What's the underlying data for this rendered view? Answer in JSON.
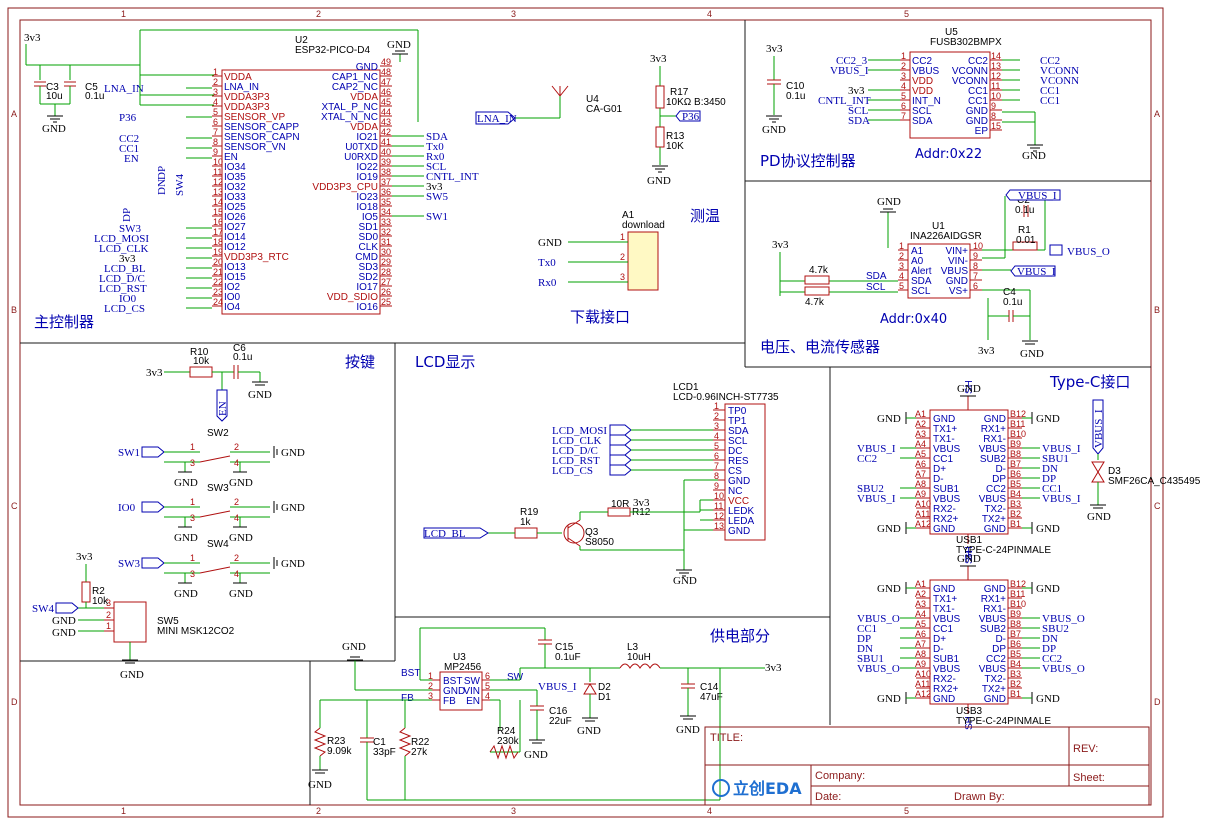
{
  "grid": {
    "cols": [
      "1",
      "2",
      "3",
      "4",
      "5"
    ],
    "rows": [
      "A",
      "B",
      "C",
      "D"
    ]
  },
  "sections": {
    "mcu": "主控制器",
    "download": "下载接口",
    "temp": "测温",
    "pd": "PD协议控制器",
    "pd_addr": "Addr:0x22",
    "sensor": "电压、电流传感器",
    "sensor_addr": "Addr:0x40",
    "keys": "按键",
    "lcd": "LCD显示",
    "typec": "Type-C接口",
    "power": "供电部分"
  },
  "u2": {
    "ref": "U2",
    "part": "ESP32-PICO-D4",
    "left_pins": [
      {
        "n": "1",
        "name": "VDDA",
        "red": true
      },
      {
        "n": "2",
        "name": "LNA_IN",
        "red": false
      },
      {
        "n": "3",
        "name": "VDDA3P3",
        "red": true
      },
      {
        "n": "4",
        "name": "VDDA3P3",
        "red": true
      },
      {
        "n": "5",
        "name": "SENSOR_VP",
        "red": true
      },
      {
        "n": "6",
        "name": "SENSOR_CAPP",
        "red": false
      },
      {
        "n": "7",
        "name": "SENSOR_CAPN",
        "red": false
      },
      {
        "n": "8",
        "name": "SENSOR_VN",
        "red": false
      },
      {
        "n": "9",
        "name": "EN",
        "red": false
      },
      {
        "n": "10",
        "name": "IO34",
        "red": false
      },
      {
        "n": "11",
        "name": "IO35",
        "red": false
      },
      {
        "n": "12",
        "name": "IO32",
        "red": false
      },
      {
        "n": "13",
        "name": "IO33",
        "red": false
      },
      {
        "n": "14",
        "name": "IO25",
        "red": false
      },
      {
        "n": "15",
        "name": "IO26",
        "red": false
      },
      {
        "n": "16",
        "name": "IO27",
        "red": false
      },
      {
        "n": "17",
        "name": "IO14",
        "red": false
      },
      {
        "n": "18",
        "name": "IO12",
        "red": false
      },
      {
        "n": "19",
        "name": "VDD3P3_RTC",
        "red": true
      },
      {
        "n": "20",
        "name": "IO13",
        "red": false
      },
      {
        "n": "21",
        "name": "IO15",
        "red": false
      },
      {
        "n": "22",
        "name": "IO2",
        "red": false
      },
      {
        "n": "23",
        "name": "IO0",
        "red": false
      },
      {
        "n": "24",
        "name": "IO4",
        "red": false
      }
    ],
    "right_pins": [
      {
        "n": "49",
        "name": "GND",
        "red": false
      },
      {
        "n": "48",
        "name": "CAP1_NC",
        "red": false
      },
      {
        "n": "47",
        "name": "CAP2_NC",
        "red": false
      },
      {
        "n": "46",
        "name": "VDDA",
        "red": true
      },
      {
        "n": "45",
        "name": "XTAL_P_NC",
        "red": false
      },
      {
        "n": "44",
        "name": "XTAL_N_NC",
        "red": false
      },
      {
        "n": "43",
        "name": "VDDA",
        "red": true
      },
      {
        "n": "42",
        "name": "IO21",
        "red": false
      },
      {
        "n": "41",
        "name": "U0TXD",
        "red": false
      },
      {
        "n": "40",
        "name": "U0RXD",
        "red": false
      },
      {
        "n": "39",
        "name": "IO22",
        "red": false
      },
      {
        "n": "38",
        "name": "IO19",
        "red": false
      },
      {
        "n": "37",
        "name": "VDD3P3_CPU",
        "red": true
      },
      {
        "n": "36",
        "name": "IO23",
        "red": false
      },
      {
        "n": "35",
        "name": "IO18",
        "red": false
      },
      {
        "n": "34",
        "name": "IO5",
        "red": false
      },
      {
        "n": "33",
        "name": "SD1",
        "red": false
      },
      {
        "n": "32",
        "name": "SD0",
        "red": false
      },
      {
        "n": "31",
        "name": "CLK",
        "red": false
      },
      {
        "n": "30",
        "name": "CMD",
        "red": false
      },
      {
        "n": "29",
        "name": "SD3",
        "red": false
      },
      {
        "n": "28",
        "name": "SD2",
        "red": false
      },
      {
        "n": "27",
        "name": "IO17",
        "red": false
      },
      {
        "n": "26",
        "name": "VDD_SDIO",
        "red": true
      },
      {
        "n": "25",
        "name": "IO16",
        "red": false
      }
    ],
    "left_nets": [
      "LNA_IN",
      "P36",
      "CC2",
      "CC1",
      "EN",
      "SW3",
      "LCD_MOSI",
      "LCD_CLK",
      "3v3",
      "LCD_BL",
      "LCD_D/C",
      "LCD_RST",
      "IO0",
      "LCD_CS"
    ],
    "right_nets": [
      "GND",
      "SDA",
      "Tx0",
      "Rx0",
      "SCL",
      "CNTL_INT",
      "3v3",
      "SW5",
      "SW1"
    ]
  },
  "mcu_caps": {
    "c3": "C3",
    "c3v": "10u",
    "c5": "C5",
    "c5v": "0.1u",
    "rail": "3v3",
    "gnd": "GND",
    "dp": "DP",
    "dn": "DN",
    "sw4": "SW4"
  },
  "antenna": {
    "ref": "U4",
    "part": "CA-G01",
    "net": "LNA_IN"
  },
  "ntc": {
    "rail": "3v3",
    "r17": "R17",
    "r17v": "10KΩ B:3450",
    "r13": "R13",
    "r13v": "10K",
    "net": "P36",
    "gnd": "GND"
  },
  "download": {
    "ref": "A1",
    "part": "download",
    "nets": [
      "GND",
      "Tx0",
      "Rx0"
    ],
    "pins": [
      "1",
      "2",
      "3"
    ]
  },
  "pd": {
    "ref": "U5",
    "part": "FUSB302BMPX",
    "c10": "C10",
    "c10v": "0.1u",
    "rail": "3v3",
    "gnd": "GND",
    "left_pins": [
      {
        "n": "1",
        "name": "CC2",
        "red": false
      },
      {
        "n": "2",
        "name": "VBUS",
        "red": false
      },
      {
        "n": "3",
        "name": "VDD",
        "red": true
      },
      {
        "n": "4",
        "name": "VDD",
        "red": true
      },
      {
        "n": "5",
        "name": "INT_N",
        "red": false
      },
      {
        "n": "6",
        "name": "SCL",
        "red": false
      },
      {
        "n": "7",
        "name": "SDA",
        "red": false
      }
    ],
    "right_pins": [
      {
        "n": "14",
        "name": "CC2",
        "red": false
      },
      {
        "n": "13",
        "name": "VCONN",
        "red": false
      },
      {
        "n": "12",
        "name": "VCONN",
        "red": false
      },
      {
        "n": "11",
        "name": "CC1",
        "red": false
      },
      {
        "n": "10",
        "name": "CC1",
        "red": false
      },
      {
        "n": "9",
        "name": "GND",
        "red": false
      },
      {
        "n": "8",
        "name": "GND",
        "red": false
      },
      {
        "n": "15",
        "name": "EP",
        "red": false
      }
    ],
    "left_nets": [
      "CC2_3",
      "VBUS_I",
      "3v3",
      "CNTL_INT",
      "SCL",
      "SDA"
    ],
    "right_nets": [
      "CC2",
      "VCONN",
      "VCONN",
      "CC1",
      "CC1"
    ]
  },
  "sensor": {
    "ref": "U1",
    "part": "INA226AIDGSR",
    "rail": "3v3",
    "gnd": "GND",
    "left_pins": [
      {
        "n": "1",
        "name": "A1"
      },
      {
        "n": "2",
        "name": "A0"
      },
      {
        "n": "3",
        "name": "Alert"
      },
      {
        "n": "4",
        "name": "SDA"
      },
      {
        "n": "5",
        "name": "SCL"
      }
    ],
    "right_pins": [
      {
        "n": "10",
        "name": "VIN+"
      },
      {
        "n": "9",
        "name": "VIN-"
      },
      {
        "n": "8",
        "name": "VBUS"
      },
      {
        "n": "7",
        "name": "GND"
      },
      {
        "n": "6",
        "name": "VS+"
      }
    ],
    "r_pull1": "4.7k",
    "r_pull2": "4.7k",
    "sda": "SDA",
    "scl": "SCL",
    "c2": "C2",
    "c2v": "0.1u",
    "r1": "R1",
    "r1v": "0.01",
    "c4": "C4",
    "c4v": "0.1u",
    "vbus_i": "VBUS_I",
    "vbus_o": "VBUS_O"
  },
  "keys": {
    "rail": "3v3",
    "r10": "R10",
    "r10v": "10k",
    "c6": "C6",
    "c6v": "0.1u",
    "en": "EN",
    "gnd": "GND",
    "switches": [
      {
        "ref": "SW2",
        "net": "SW1"
      },
      {
        "ref": "SW3",
        "net": "IO0"
      },
      {
        "ref": "SW4",
        "net": "SW3"
      }
    ],
    "sw_pins": [
      "1",
      "2",
      "3",
      "4"
    ],
    "r2": "R2",
    "r2v": "10k",
    "sw5_ref": "SW5",
    "sw5_part": "MINI MSK12CO2",
    "sw5_net": "SW4"
  },
  "lcd": {
    "ref": "LCD1",
    "part": "LCD-0.96INCH-ST7735",
    "pins": [
      {
        "n": "1",
        "name": "TP0"
      },
      {
        "n": "2",
        "name": "TP1"
      },
      {
        "n": "3",
        "name": "SDA"
      },
      {
        "n": "4",
        "name": "SCL"
      },
      {
        "n": "5",
        "name": "DC"
      },
      {
        "n": "6",
        "name": "RES"
      },
      {
        "n": "7",
        "name": "CS"
      },
      {
        "n": "8",
        "name": "GND"
      },
      {
        "n": "9",
        "name": "NC"
      },
      {
        "n": "10",
        "name": "VCC"
      },
      {
        "n": "11",
        "name": "LEDK"
      },
      {
        "n": "12",
        "name": "LEDA"
      },
      {
        "n": "13",
        "name": "GND"
      }
    ],
    "nets": [
      "LCD_MOSI",
      "LCD_CLK",
      "LCD_D/C",
      "LCD_RST",
      "LCD_CS"
    ],
    "r12": "10R",
    "r12ref": "R12",
    "rail": "3v3",
    "r19": "R19",
    "r19v": "1k",
    "q3": "Q3",
    "q3v": "S8050",
    "bl": "LCD_BL",
    "gnd": "GND"
  },
  "typec": {
    "usb1": "USB1",
    "usb1_part": "TYPE-C-24PINMALE",
    "usb3": "USB3",
    "usb3_part": "TYPE-C-24PINMALE",
    "left_pins": [
      "GND",
      "TX1+",
      "TX1-",
      "VBUS",
      "CC1",
      "D+",
      "D-",
      "SUB1",
      "VBUS",
      "RX2-",
      "RX2+",
      "GND"
    ],
    "left_nums": [
      "A1",
      "A2",
      "A3",
      "A4",
      "A5",
      "A6",
      "A7",
      "A8",
      "A9",
      "A10",
      "A11",
      "A12"
    ],
    "right_pins": [
      "GND",
      "RX1+",
      "RX1-",
      "VBUS",
      "SUB2",
      "D-",
      "DP",
      "CC2",
      "VBUS",
      "TX2-",
      "TX2+",
      "GND"
    ],
    "right_nums": [
      "B12",
      "B11",
      "B10",
      "B9",
      "B8",
      "B7",
      "B6",
      "B5",
      "B4",
      "B3",
      "B2",
      "B1"
    ],
    "usb1_left_nets": [
      "VBUS_I",
      "CC2",
      "SBU2",
      "VBUS_I"
    ],
    "usb1_right_nets": [
      "VBUS_I",
      "SBU1",
      "DN",
      "DP",
      "CC1",
      "VBUS_I"
    ],
    "usb3_left_nets": [
      "VBUS_O",
      "CC1",
      "DP",
      "DN",
      "SBU1",
      "VBUS_O"
    ],
    "usb3_right_nets": [
      "VBUS_O",
      "SBU2",
      "DN",
      "DP",
      "CC2",
      "VBUS_O"
    ],
    "sh": "SH",
    "gnd": "GND",
    "d3": "D3",
    "d3v": "SMF26CA_C435495",
    "d3net": "VBUS_I"
  },
  "power": {
    "u3": "U3",
    "u3v": "MP2456",
    "pins_left": [
      {
        "n": "1",
        "name": "BST"
      },
      {
        "n": "2",
        "name": "GND"
      },
      {
        "n": "3",
        "name": "FB"
      }
    ],
    "pins_right": [
      {
        "n": "6",
        "name": "SW"
      },
      {
        "n": "5",
        "name": "VIN"
      },
      {
        "n": "4",
        "name": "EN"
      }
    ],
    "bst": "BST",
    "fb": "FB",
    "sw": "SW",
    "c15": "C15",
    "c15v": "0.1uF",
    "l3": "L3",
    "l3v": "10uH",
    "rail": "3v3",
    "d2": "D2",
    "d1": "D1",
    "c14": "C14",
    "c14v": "47uF",
    "vbus_i": "VBUS_I",
    "c16": "C16",
    "c16v": "22uF",
    "r24": "R24",
    "r24v": "230k",
    "r23": "R23",
    "r23v": "9.09k",
    "c1": "C1",
    "c1v": "33pF",
    "r22": "R22",
    "r22v": "27k",
    "gnd": "GND"
  },
  "titleblock": {
    "title": "TITLE:",
    "rev": "REV:",
    "company": "Company:",
    "sheet": "Sheet:",
    "date": "Date:",
    "drawn": "Drawn By:",
    "logo": "立创EDA"
  }
}
